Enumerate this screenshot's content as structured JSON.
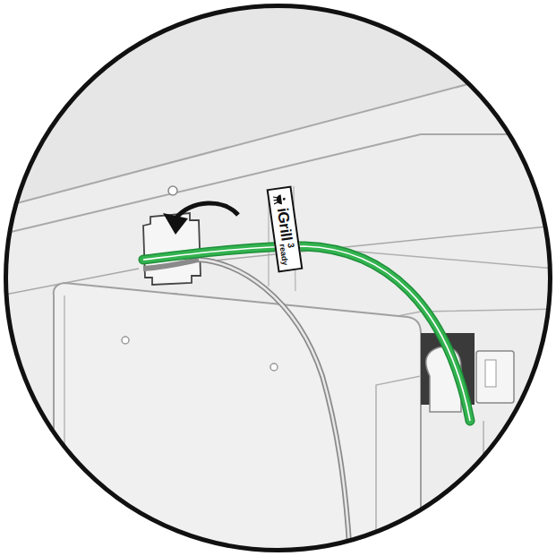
{
  "diagram": {
    "nodes": [
      {
        "text": [
          "iGrill",
          "3",
          "ready"
        ]
      }
    ]
  }
}
